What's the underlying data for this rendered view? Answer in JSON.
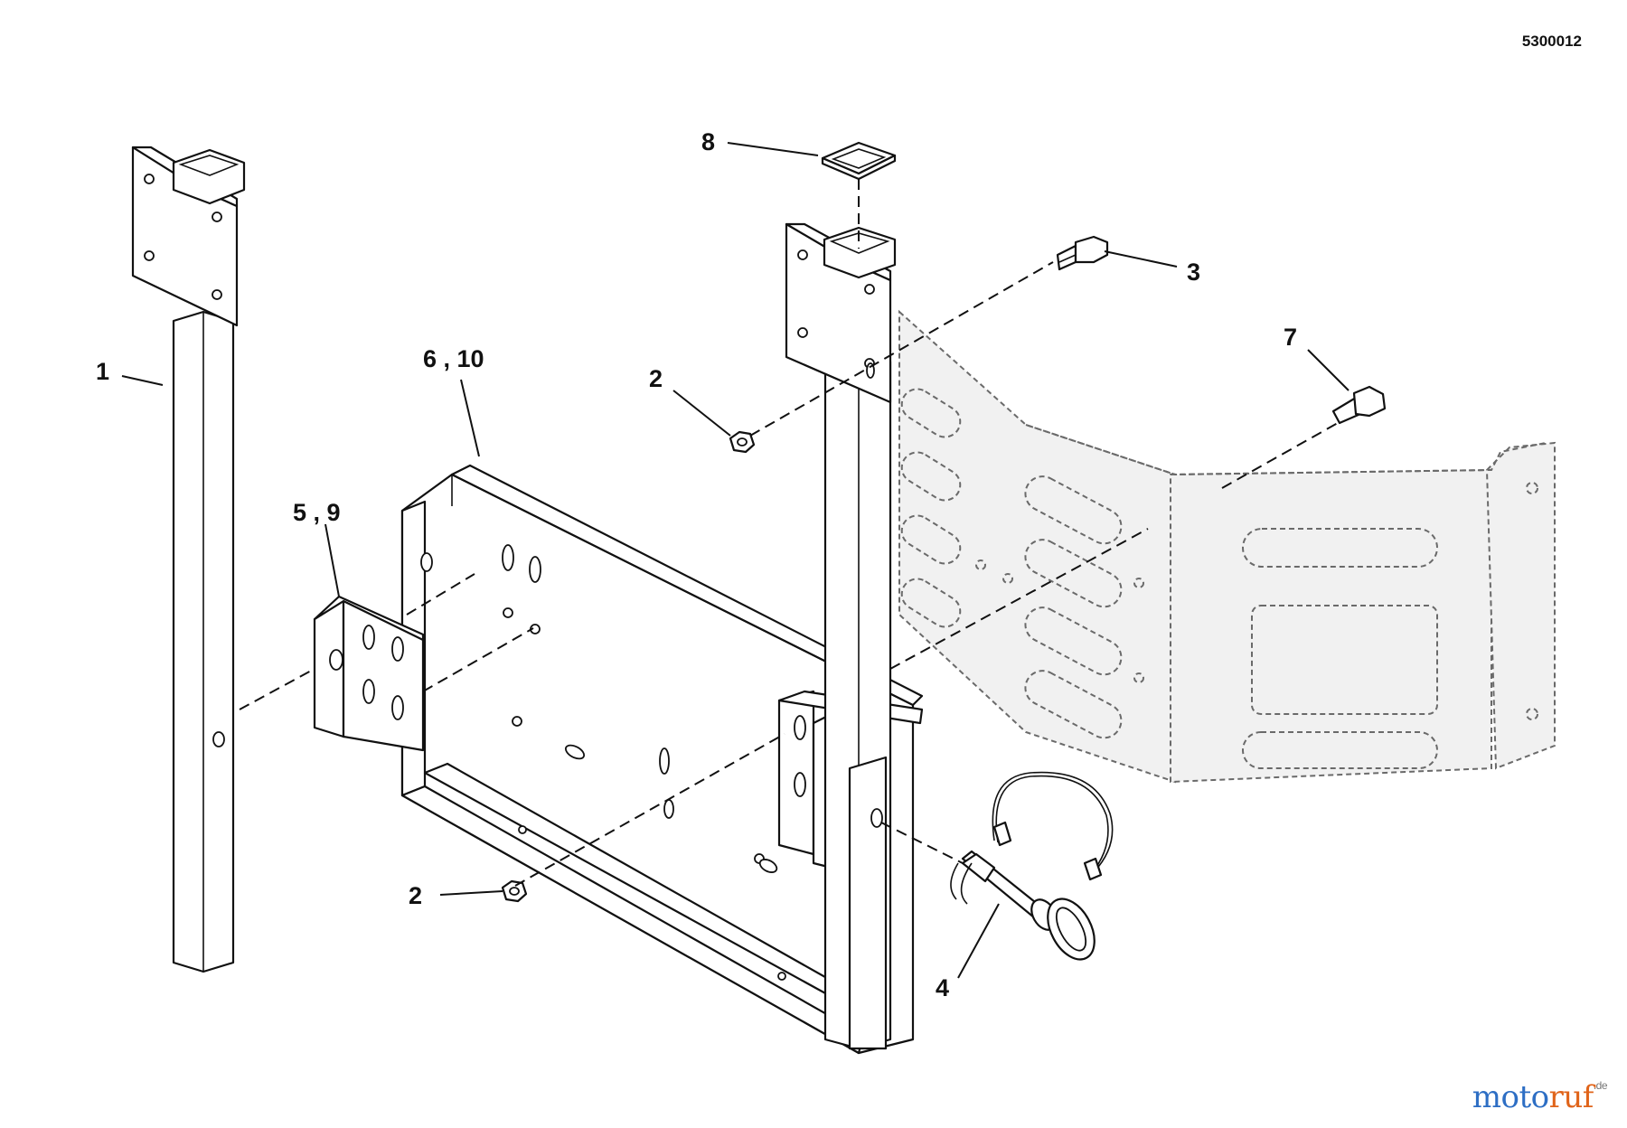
{
  "drawing_number": "5300012",
  "callouts": [
    {
      "id": "callout-1",
      "text": "1"
    },
    {
      "id": "callout-2-upper",
      "text": "2"
    },
    {
      "id": "callout-2-lower",
      "text": "2"
    },
    {
      "id": "callout-3",
      "text": "3"
    },
    {
      "id": "callout-4",
      "text": "4"
    },
    {
      "id": "callout-5-9",
      "text": "5 , 9"
    },
    {
      "id": "callout-6-10",
      "text": "6 , 10"
    },
    {
      "id": "callout-7",
      "text": "7"
    },
    {
      "id": "callout-8",
      "text": "8"
    }
  ],
  "watermark": {
    "part1": "moto",
    "part2": "ruf",
    "tld": ".de"
  }
}
